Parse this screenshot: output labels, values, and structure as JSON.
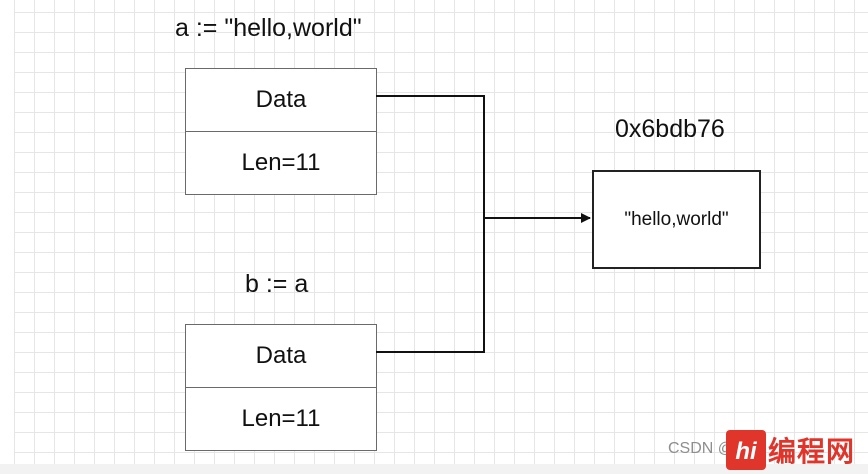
{
  "labels": {
    "a_decl": "a := \"hello,world\"",
    "b_decl": "b := a",
    "address": "0x6bdb76"
  },
  "struct_a": {
    "data_field": "Data",
    "len_field": "Len=11"
  },
  "struct_b": {
    "data_field": "Data",
    "len_field": "Len=11"
  },
  "target": {
    "value": "\"hello,world\""
  },
  "watermark": {
    "source": "CSDN @",
    "site_logo_text": "编程网"
  }
}
